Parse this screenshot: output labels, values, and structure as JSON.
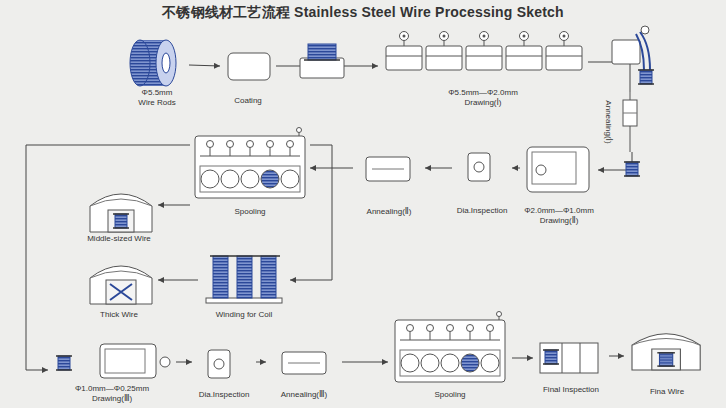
{
  "diagram": {
    "title": "不锈钢线材工艺流程 Stainless Steel Wire Processing Sketch",
    "nodes": [
      {
        "text": [
          "Φ5.5mm Wire Rods"
        ]
      },
      {
        "text": [
          "Coating"
        ]
      },
      {
        "text": [
          "Φ5.5mm—Φ2.0mm Drawing(Ⅰ)"
        ]
      },
      {
        "text": [
          "Annealing(Ⅰ)"
        ]
      },
      {
        "text": [
          "Φ2.0mm—Φ1.0mm Drawing(Ⅱ)"
        ]
      },
      {
        "text": [
          "Dia.Inspection"
        ]
      },
      {
        "text": [
          "Annealing(Ⅱ)"
        ]
      },
      {
        "text": [
          "Spooling"
        ]
      },
      {
        "text": [
          "Middle-sized Wire"
        ]
      },
      {
        "text": [
          "Winding for Coil"
        ]
      },
      {
        "text": [
          "Thick Wire"
        ]
      },
      {
        "text": [
          "Φ1.0mm—Φ0.25mm Drawing(Ⅲ)"
        ]
      },
      {
        "text": [
          "Dia.Inspection"
        ]
      },
      {
        "text": [
          "Annealing(Ⅲ)"
        ]
      },
      {
        "text": [
          "Spooling"
        ]
      },
      {
        "text": [
          "Final Inspection"
        ]
      },
      {
        "text": [
          "Fina Wire"
        ]
      }
    ],
    "edges": [
      {
        "from": 0,
        "to": 1,
        "arrow": "to"
      },
      {
        "from": 1,
        "to": 2,
        "arrow": "to"
      },
      {
        "from": 2,
        "to": 3,
        "arrow": "none"
      },
      {
        "from": 3,
        "to": 4,
        "arrow": "to"
      },
      {
        "from": 4,
        "to": 5,
        "arrow": "to"
      },
      {
        "from": 5,
        "to": 6,
        "arrow": "to"
      },
      {
        "from": 6,
        "to": 7,
        "arrow": "to"
      },
      {
        "from": 7,
        "to": 8,
        "arrow": "to"
      },
      {
        "from": 7,
        "to": 9,
        "arrow": "to"
      },
      {
        "from": 9,
        "to": 10,
        "arrow": "to"
      },
      {
        "from": 7,
        "to": 11,
        "arrow": "to"
      },
      {
        "from": 11,
        "to": 12,
        "arrow": "to"
      },
      {
        "from": 12,
        "to": 13,
        "arrow": "to"
      },
      {
        "from": 13,
        "to": 14,
        "arrow": "to"
      },
      {
        "from": 14,
        "to": 15,
        "arrow": "to"
      },
      {
        "from": 15,
        "to": 16,
        "arrow": "to"
      }
    ]
  }
}
